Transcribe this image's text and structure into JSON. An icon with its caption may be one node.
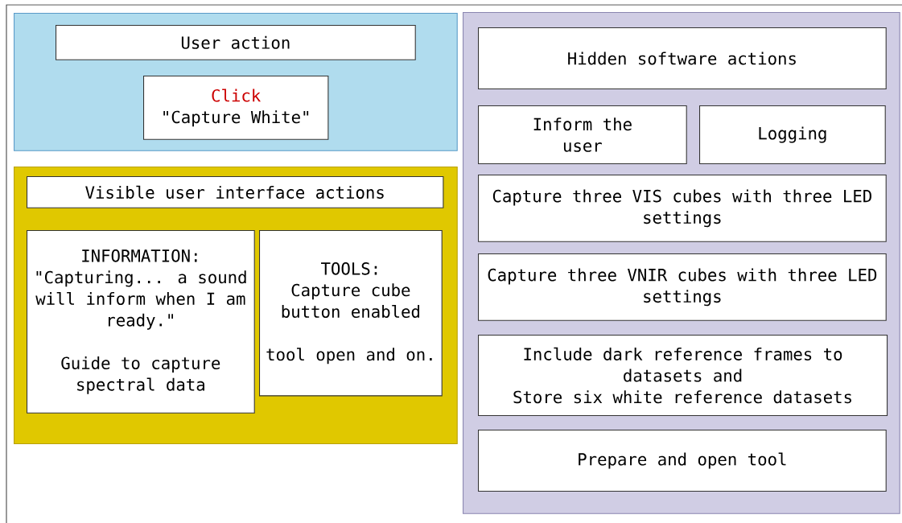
{
  "diagram": {
    "nodes": [
      {
        "text": [],
        "shape": "box"
      },
      {
        "text": [
          "User action"
        ],
        "in": 0
      },
      {
        "text": [
          "Click",
          "\"Capture White\""
        ],
        "in": 0
      },
      {
        "text": [],
        "shape": "box"
      },
      {
        "text": [
          "Visible user interface actions"
        ],
        "in": 3
      },
      {
        "text": [
          "INFORMATION:",
          "\"Capturing... a sound will inform when I am ready.\"",
          "Guide to capture spectral data"
        ],
        "in": 3
      },
      {
        "text": [
          "TOOLS:",
          "Capture cube button enabled",
          "tool open and on."
        ],
        "in": 3
      },
      {
        "text": [],
        "shape": "box"
      },
      {
        "text": [
          "Hidden software actions"
        ],
        "in": 7
      },
      {
        "text": [
          "Inform the user"
        ],
        "in": 7
      },
      {
        "text": [
          "Logging"
        ],
        "in": 7
      },
      {
        "text": [
          "Capture three VIS cubes with three LED settings"
        ],
        "in": 7
      },
      {
        "text": [
          "Capture three VNIR cubes with three LED settings"
        ],
        "in": 7
      },
      {
        "text": [
          "Include dark reference frames to datasets and",
          "Store six white reference datasets"
        ],
        "in": 7
      },
      {
        "text": [
          "Prepare and open tool"
        ],
        "in": 7
      }
    ]
  }
}
